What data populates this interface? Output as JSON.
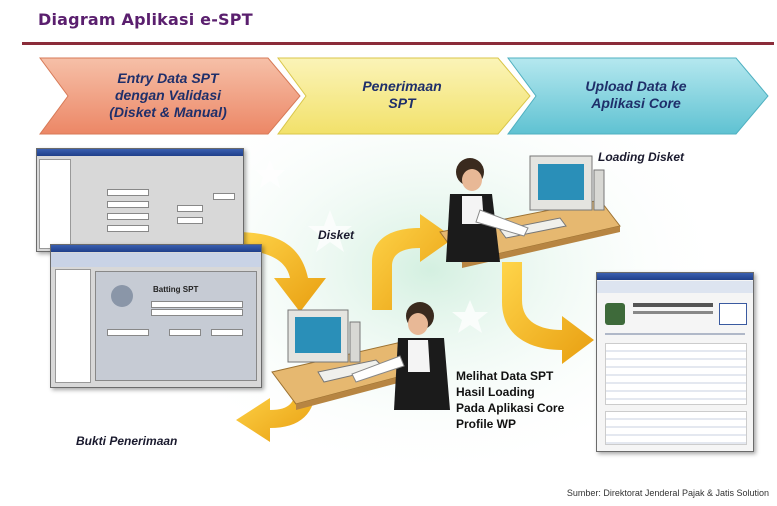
{
  "title": "Diagram Aplikasi e-SPT",
  "steps": [
    {
      "lines": [
        "Entry Data SPT",
        "dengan Validasi",
        "(Disket & Manual)"
      ],
      "color": "#f0a084"
    },
    {
      "lines": [
        "Penerimaan",
        "SPT"
      ],
      "color": "#f7ec8a"
    },
    {
      "lines": [
        "Upload Data ke",
        "Aplikasi Core"
      ],
      "color": "#7fd0dc"
    }
  ],
  "labels": {
    "loading_disket": "Loading Disket",
    "disket": "Disket",
    "bukti": "Bukti Penerimaan",
    "melihat": [
      "Melihat Data SPT",
      "Hasil Loading",
      "Pada Aplikasi Core",
      "Profile WP"
    ]
  },
  "source": "Sumber: Direktorat Jenderal Pajak & Jatis Solution",
  "screen": {
    "window_title": "Batting SPT"
  },
  "colors": {
    "arrow": "#f2b722",
    "rule": "#8b2c3a",
    "title": "#5a1f6e",
    "step_text": "#1f2f6a"
  }
}
